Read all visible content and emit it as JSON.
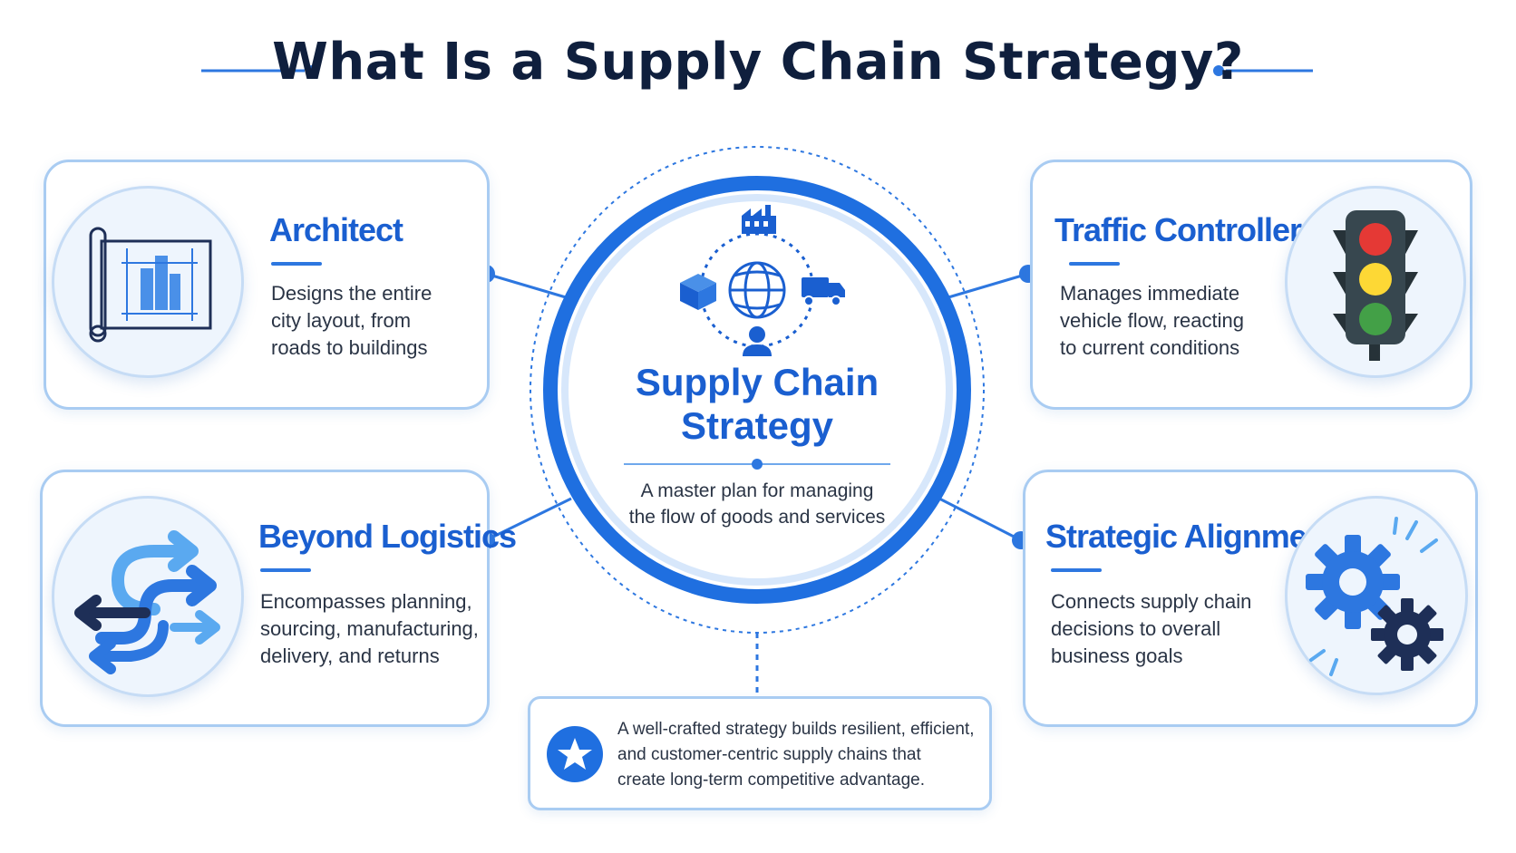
{
  "title": "What Is a Supply Chain Strategy?",
  "center": {
    "title": "Supply Chain\nStrategy",
    "description": "A master plan for managing\nthe flow of goods and services",
    "icons": [
      "factory-icon",
      "box-icon",
      "globe-icon",
      "truck-icon",
      "person-icon"
    ]
  },
  "cards": {
    "architect": {
      "title": "Architect",
      "description": "Designs the entire\ncity layout, from\nroads to buildings",
      "icon": "blueprint-icon"
    },
    "traffic": {
      "title": "Traffic Controller",
      "description": "Manages immediate\nvehicle flow, reacting\nto current conditions",
      "icon": "traffic-light-icon"
    },
    "logistics": {
      "title": "Beyond Logistics",
      "description": "Encompasses planning,\nsourcing, manufacturing,\ndelivery, and returns",
      "icon": "arrows-icon"
    },
    "alignment": {
      "title": "Strategic Alignment",
      "description": "Connects supply chain\ndecisions to overall\nbusiness goals",
      "icon": "gears-icon"
    }
  },
  "note": {
    "text": "A well-crafted strategy builds resilient, efficient,\nand customer-centric supply chains that\ncreate long-term competitive advantage.",
    "icon": "star-icon"
  },
  "colors": {
    "accent": "#1a5fd0",
    "title": "#0f1f3d",
    "border": "#a9ccf2",
    "dark_navy": "#1e2f57",
    "light_blue": "#5aa9f0",
    "traffic_red": "#e53935",
    "traffic_yellow": "#fdd835",
    "traffic_green": "#43a047"
  }
}
